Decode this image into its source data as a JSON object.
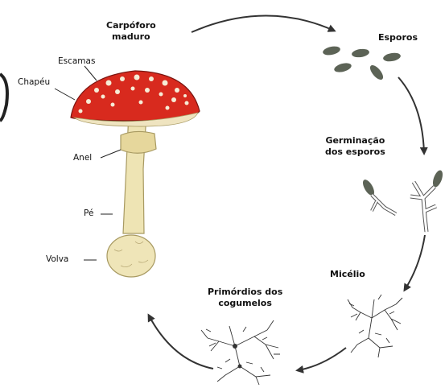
{
  "stages": {
    "mature_fruiting_body": [
      "Carpóforo",
      "maduro"
    ],
    "spores": "Esporos",
    "spore_germination": [
      "Germinação",
      "dos esporos"
    ],
    "mycelium": "Micélio",
    "mushroom_primordia": [
      "Primórdios dos",
      "cogumelos"
    ]
  },
  "parts": {
    "scales": "Escamas",
    "cap": "Chapéu",
    "ring": "Anel",
    "stalk": "Pé",
    "volva": "Volva"
  },
  "colors": {
    "cap_red": "#d82a1e",
    "stalk_cream": "#eee4b4",
    "arrow": "#333333",
    "spore_gray": "#5c6356"
  }
}
